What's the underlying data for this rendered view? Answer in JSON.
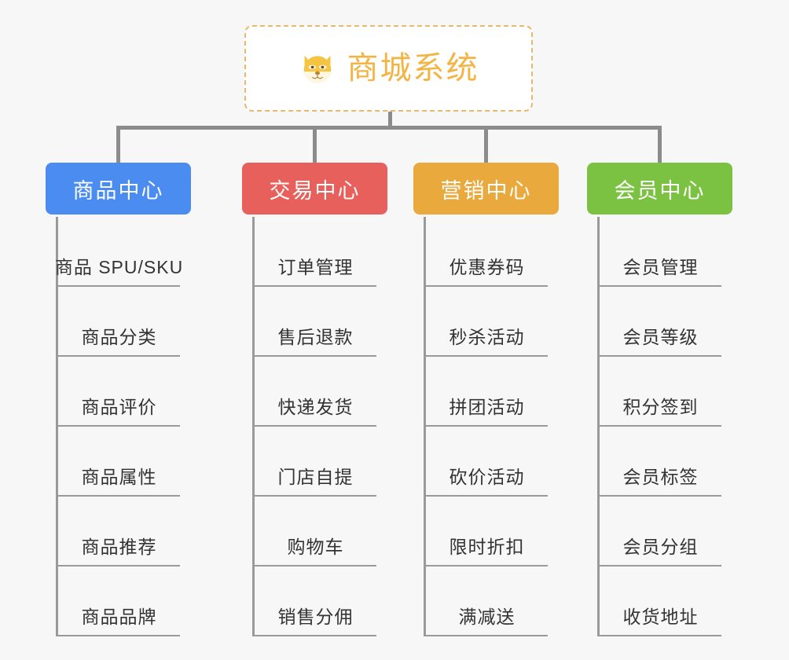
{
  "root": {
    "title": "商城系统",
    "icon": "dog-face-icon",
    "border_color": "#e8b96a",
    "text_color": "#f2b544",
    "background": "#ffffff"
  },
  "canvas": {
    "background": "#f7f7f7",
    "connector_color": "#8c8c8c",
    "divider_color": "#9a9a9a",
    "leaf_text_color": "#333333"
  },
  "columns": [
    {
      "title": "商品中心",
      "color": "#4a8cf0",
      "items": [
        "商品 SPU/SKU",
        "商品分类",
        "商品评价",
        "商品属性",
        "商品推荐",
        "商品品牌"
      ]
    },
    {
      "title": "交易中心",
      "color": "#e8605b",
      "items": [
        "订单管理",
        "售后退款",
        "快递发货",
        "门店自提",
        "购物车",
        "销售分佣"
      ]
    },
    {
      "title": "营销中心",
      "color": "#e9a93c",
      "items": [
        "优惠券码",
        "秒杀活动",
        "拼团活动",
        "砍价活动",
        "限时折扣",
        "满减送"
      ]
    },
    {
      "title": "会员中心",
      "color": "#7cc242",
      "items": [
        "会员管理",
        "会员等级",
        "积分签到",
        "会员标签",
        "会员分组",
        "收货地址"
      ]
    }
  ]
}
